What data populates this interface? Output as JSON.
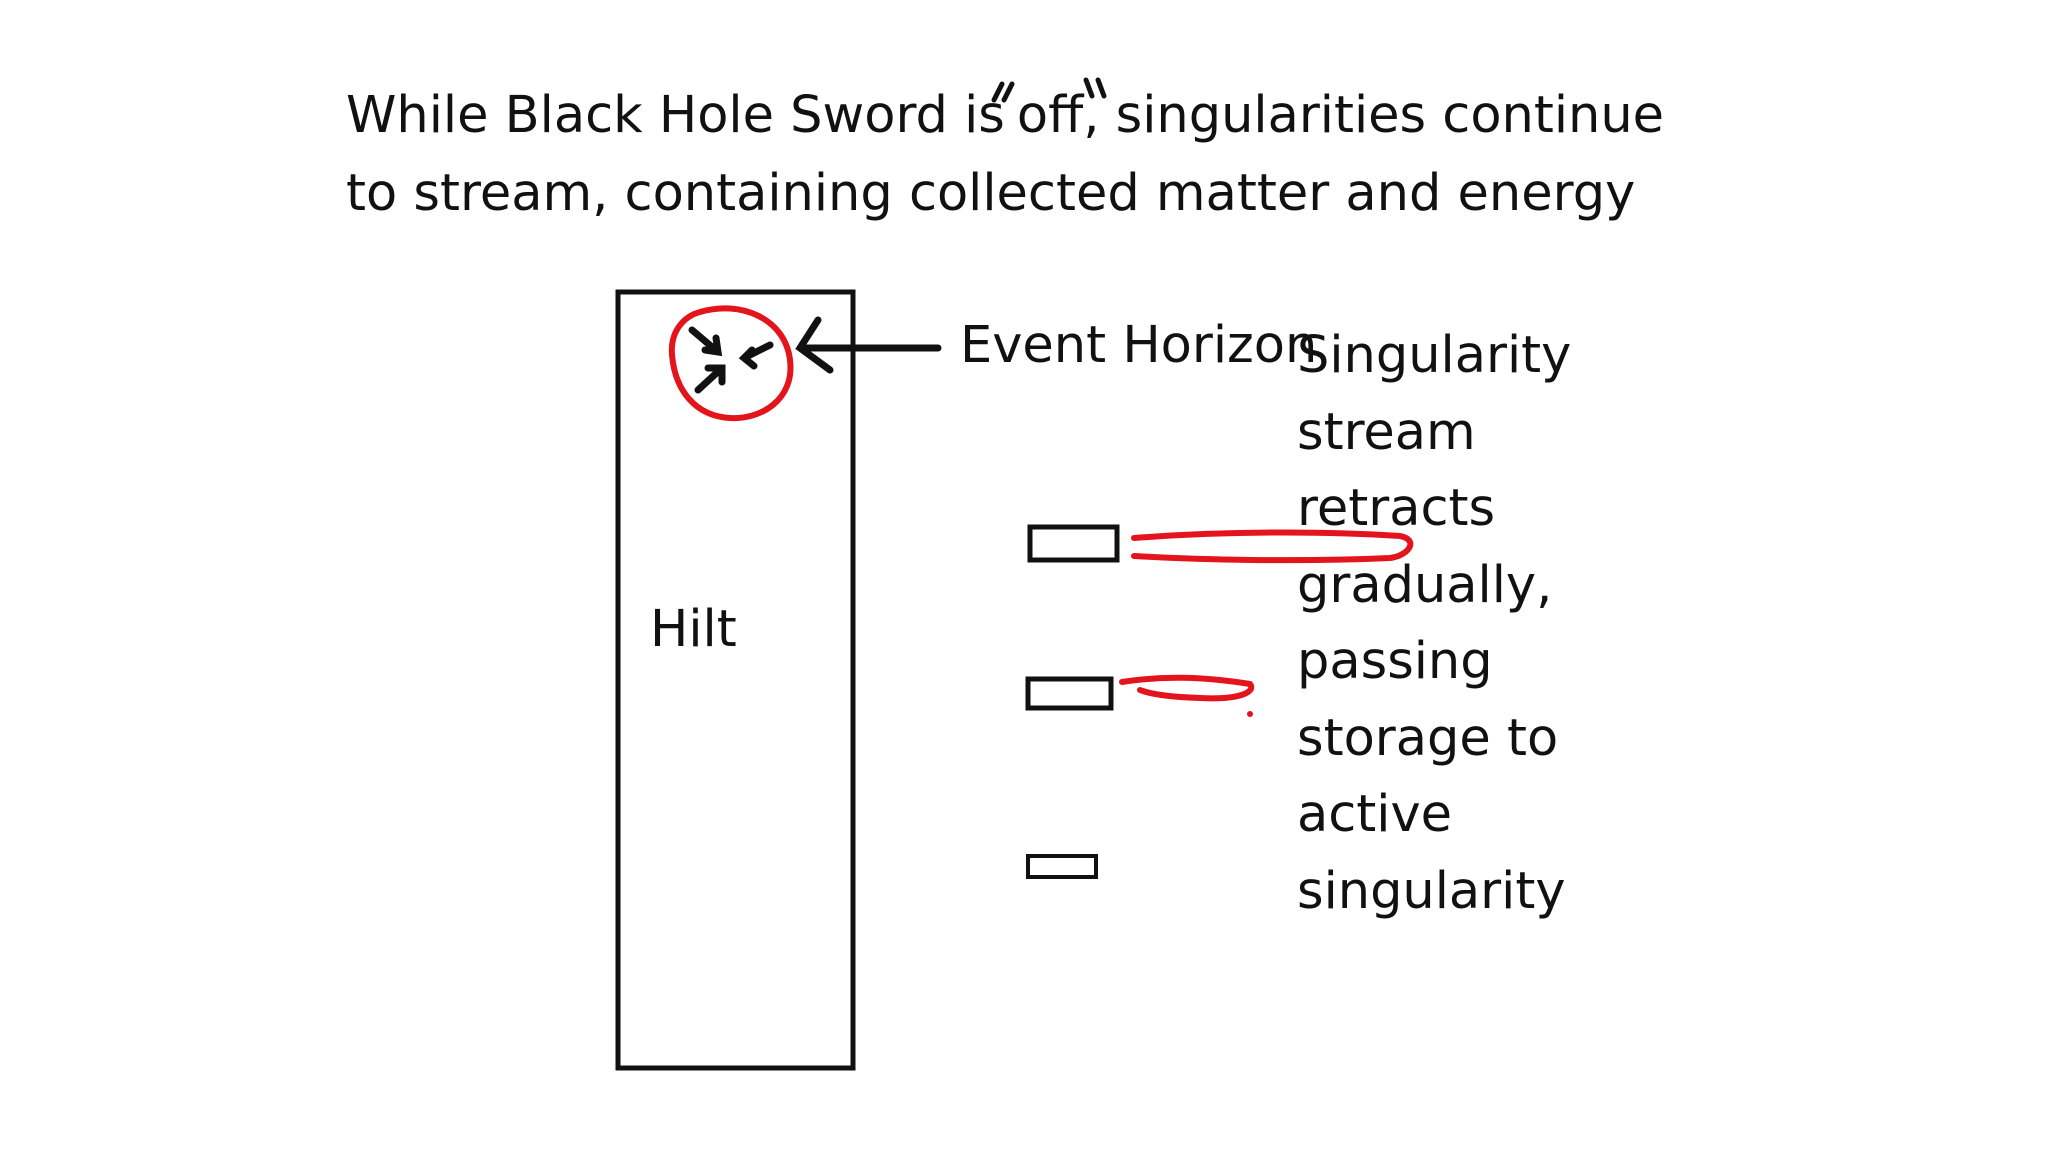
{
  "title": {
    "line1_before": "While Black Hole Sword is",
    "line1_quote_open": "“",
    "line1_quoted": "off",
    "line1_quote_close": "”",
    "line1_after": " singularities continue",
    "line1_comma": ",",
    "line2": "to stream, containing collected matter and energy"
  },
  "labels": {
    "hilt": "Hilt",
    "event_horizon": "Event Horizon"
  },
  "side_text": [
    "Singularity",
    "stream",
    "retracts",
    "gradually,",
    "passing",
    "storage to",
    "active",
    "singularity"
  ],
  "colors": {
    "ink": "#111111",
    "marker_red": "#e3141c",
    "background": "#ffffff"
  }
}
